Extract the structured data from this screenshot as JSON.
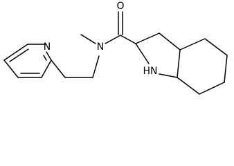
{
  "diagram": {
    "type": "chemical-structure",
    "atoms": [
      {
        "id": "O",
        "label": "O"
      },
      {
        "id": "N_amide",
        "label": "N"
      },
      {
        "id": "N_pyridine",
        "label": "N"
      },
      {
        "id": "NH",
        "label": "HN"
      }
    ],
    "colors": {
      "bond": "#000000",
      "label": "#000000",
      "background": "#ffffff"
    }
  }
}
